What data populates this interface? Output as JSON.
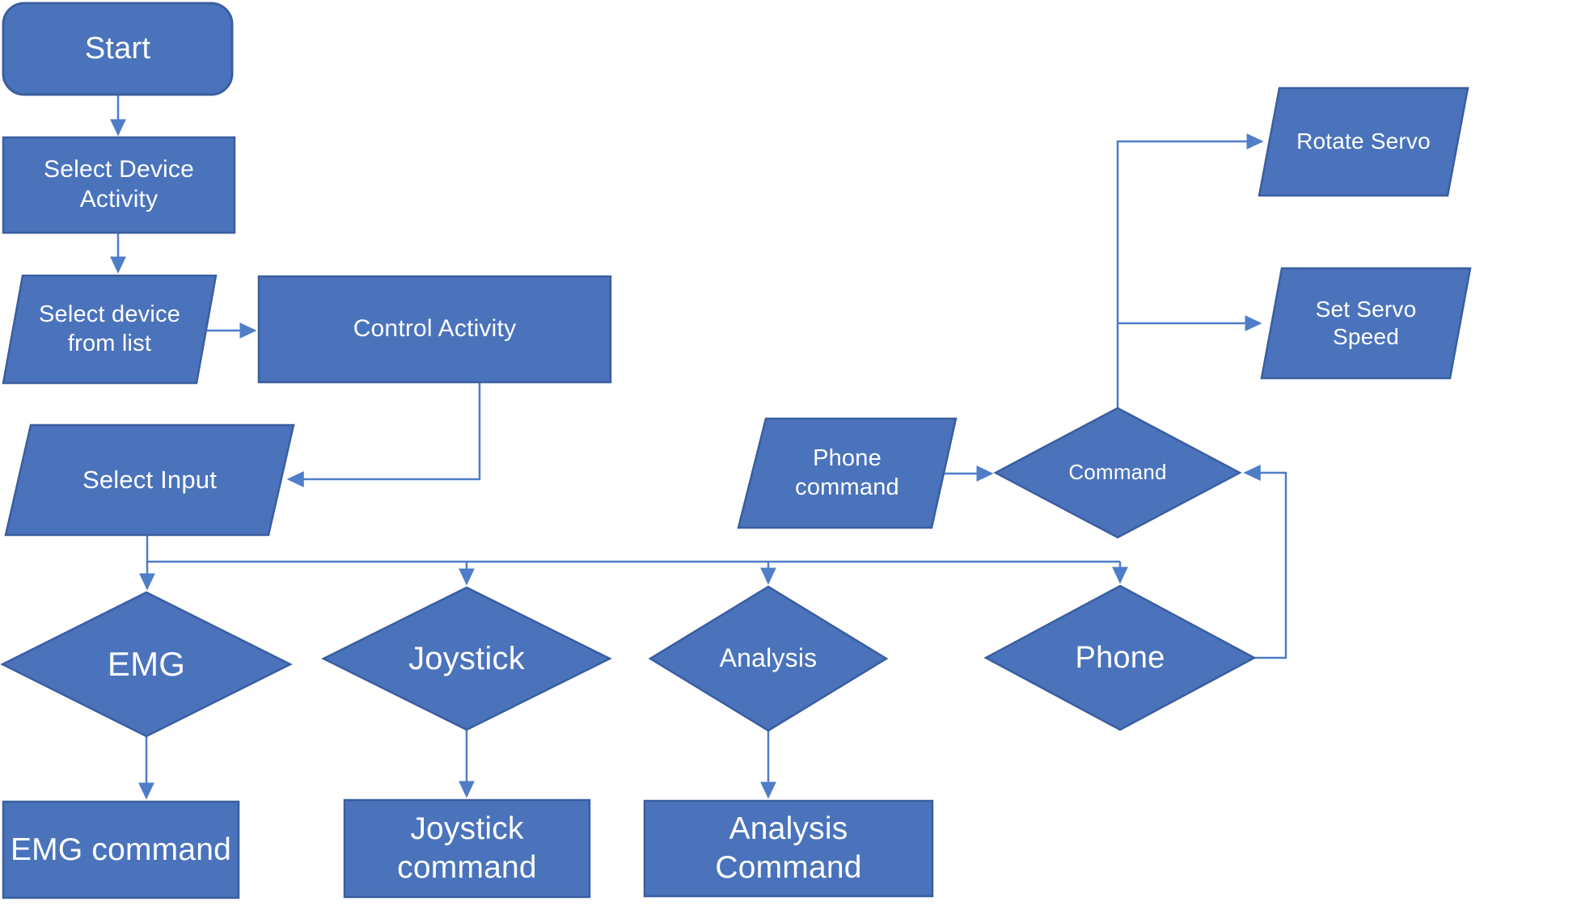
{
  "diagram_type": "flowchart",
  "colors": {
    "background": "#FFFFFF",
    "shape_fill": "#4A73BC",
    "shape_border": "#3A5E9F",
    "connector": "#4F7DC8",
    "label_text": "#FFFFFF"
  },
  "nodes": {
    "start": {
      "label": "Start",
      "shape": "terminator"
    },
    "select_device_activity": {
      "label": "Select Device Activity",
      "shape": "process"
    },
    "select_device_from_list": {
      "label": "Select device\nfrom list",
      "shape": "data-parallelogram"
    },
    "control_activity": {
      "label": "Control Activity",
      "shape": "process"
    },
    "select_input": {
      "label": "Select Input",
      "shape": "data-parallelogram"
    },
    "phone_command": {
      "label": "Phone\ncommand",
      "shape": "data-parallelogram"
    },
    "command": {
      "label": "Command",
      "shape": "decision"
    },
    "rotate_servo": {
      "label": "Rotate Servo",
      "shape": "data-parallelogram"
    },
    "set_servo_speed": {
      "label": "Set Servo\nSpeed",
      "shape": "data-parallelogram"
    },
    "emg": {
      "label": "EMG",
      "shape": "decision"
    },
    "joystick": {
      "label": "Joystick",
      "shape": "decision"
    },
    "analysis": {
      "label": "Analysis",
      "shape": "decision"
    },
    "phone": {
      "label": "Phone",
      "shape": "decision"
    },
    "emg_command": {
      "label": "EMG command",
      "shape": "process"
    },
    "joystick_command": {
      "label": "Joystick\ncommand",
      "shape": "process"
    },
    "analysis_command": {
      "label": "Analysis\nCommand",
      "shape": "process"
    }
  },
  "edges": [
    {
      "from": "start",
      "to": "select_device_activity"
    },
    {
      "from": "select_device_activity",
      "to": "select_device_from_list"
    },
    {
      "from": "select_device_from_list",
      "to": "control_activity"
    },
    {
      "from": "control_activity",
      "to": "select_input"
    },
    {
      "from": "select_input",
      "to": "emg"
    },
    {
      "from": "select_input",
      "to": "joystick"
    },
    {
      "from": "select_input",
      "to": "analysis"
    },
    {
      "from": "select_input",
      "to": "phone"
    },
    {
      "from": "phone_command",
      "to": "command"
    },
    {
      "from": "command",
      "to": "rotate_servo"
    },
    {
      "from": "command",
      "to": "set_servo_speed"
    },
    {
      "from": "phone",
      "to": "command"
    },
    {
      "from": "emg",
      "to": "emg_command"
    },
    {
      "from": "joystick",
      "to": "joystick_command"
    },
    {
      "from": "analysis",
      "to": "analysis_command"
    }
  ]
}
